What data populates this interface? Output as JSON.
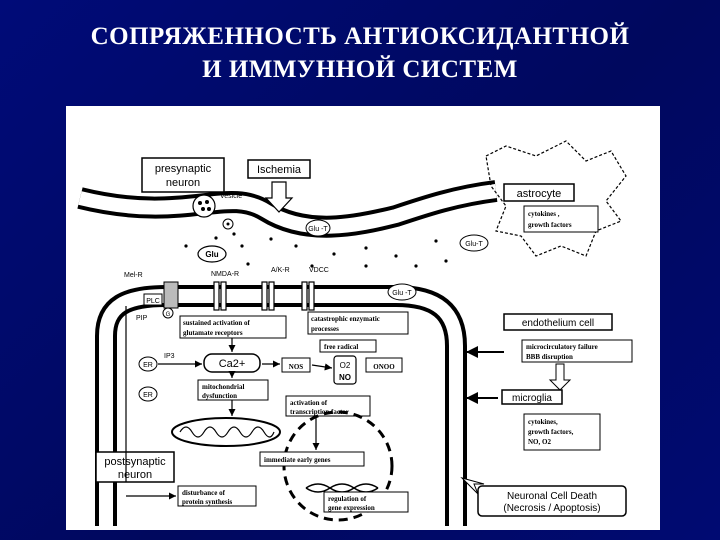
{
  "slide": {
    "title_line1": "СОПРЯЖЕННОСТЬ АНТИОКСИДАНТНОЙ",
    "title_line2": "И ИММУННОЙ СИСТЕМ"
  },
  "diagram": {
    "presynaptic": "presynaptic",
    "neuron_pre": "neuron",
    "ischemia": "Ischemia",
    "vesicle": "Vesicle",
    "astrocyte": "astrocyte",
    "cytokines1": "cytokines ,",
    "growth1": "growth factors",
    "glu_t_astro": "Glu-T",
    "glu_t_pre": "Glu -T",
    "glu": "Glu",
    "mel_r": "Mel-R",
    "nmda_r": "NMDA-R",
    "ak_r": "A/K-R",
    "vdcc": "VDCC",
    "glu_t_post": "Glu -T",
    "plc": "PLC",
    "pip": "PIP",
    "g": "G",
    "ip3": "IP3",
    "er1": "ER",
    "er2": "ER",
    "sustained1": "sustained activation of",
    "sustained2": "glutamate receptors",
    "catabolic1": "catastrophic enzymatic",
    "catabolic2": "processes",
    "free_radical": "free radical",
    "ca": "Ca2+",
    "nos": "NOS",
    "o2": "O2",
    "no": "NO",
    "onoo": "ONOO",
    "mito1": "mitochondrial",
    "mito2": "dysfunction",
    "endothelium": "endothelium cell",
    "microcirc1": "microcirculatory failure",
    "microcirc2": "BBB disruption",
    "microglia": "microglia",
    "activation1": "activation of",
    "activation2": "transcription factor",
    "cyto2_1": "cytokines,",
    "cyto2_2": "growth factors,",
    "cyto2_3": "NO, O2",
    "postsynaptic": "postsynaptic",
    "neuron_post": "neuron",
    "immediate": "immediate early genes",
    "disturbance1": "disturbance of",
    "disturbance2": "protein synthesis",
    "regulation1": "regulation of",
    "regulation2": "gene expression",
    "death1": "Neuronal Cell Death",
    "death2": "(Necrosis / Apoptosis)"
  }
}
